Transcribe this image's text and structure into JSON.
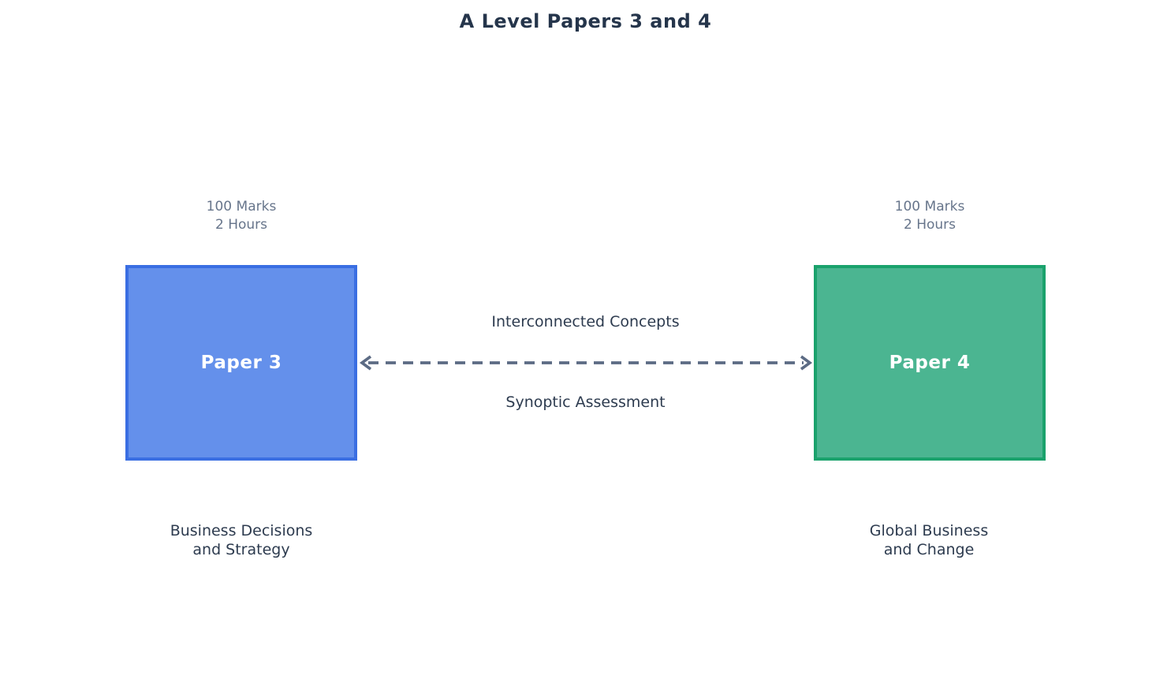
{
  "title": "A Level Papers 3 and 4",
  "papers": [
    {
      "name": "Paper 3",
      "meta": "100 Marks\n2 Hours",
      "caption": "Business Decisions\nand Strategy",
      "fill": "#6490EB",
      "border": "#3A6EE2"
    },
    {
      "name": "Paper 4",
      "meta": "100 Marks\n2 Hours",
      "caption": "Global Business\nand Change",
      "fill": "#4BB591",
      "border": "#1AA26C"
    }
  ],
  "connector": {
    "label_top": "Interconnected Concepts",
    "label_bottom": "Synoptic Assessment",
    "color": "#5C6B84",
    "style": "dashed-double-arrow"
  },
  "text_colors": {
    "title": "#25354B",
    "meta": "#67758B",
    "labels": "#2D3B4F"
  }
}
